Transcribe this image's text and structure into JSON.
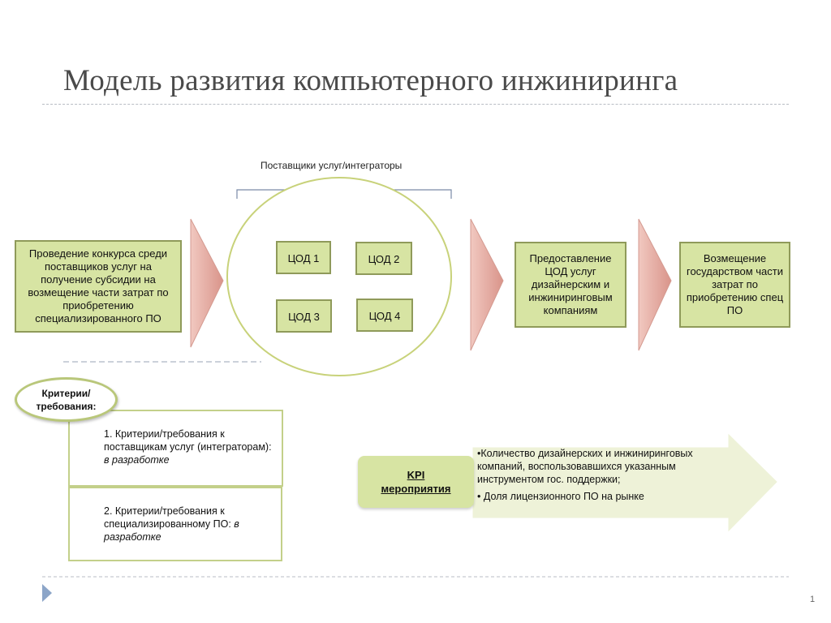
{
  "slide": {
    "title": "Модель развития компьютерного инжиниринга",
    "page_number": "1"
  },
  "diagram": {
    "suppliers_label": "Поставщики услуг/интеграторы",
    "box_contest": "Проведение конкурса среди поставщиков услуг на получение субсидии на возмещение части затрат по приобретению специализированного ПО",
    "cod_items": [
      "ЦОД 1",
      "ЦОД 2",
      "ЦОД 3",
      "ЦОД 4"
    ],
    "box_services": "Предоставление ЦОД услуг дизайнерским и инжиниринговым компаниям",
    "box_compensation": "Возмещение государством части затрат по приобретению спец ПО"
  },
  "criteria": {
    "bubble_label": "Критерии/ требования:",
    "item1_text": "1. Критерии/требования к поставщикам услуг (интеграторам): ",
    "item1_status": "в разработке",
    "item2_text": "2. Критерии/требования к специализированному ПО: ",
    "item2_status": "в разработке"
  },
  "kpi": {
    "label_line1": "KPI",
    "label_line2": "мероприятия",
    "bullets": [
      "•Количество дизайнерских и инжиниринговых компаний, воспользовавшихся указанным инструментом гос. поддержки;",
      "• Доля лицензионного ПО на рынке"
    ]
  },
  "colors": {
    "box_fill": "#d7e4a3",
    "box_border": "#8f9a5a",
    "arrow_fill": "#e3aaa0",
    "ellipse_stroke": "#c8d27a",
    "kpi_arrow_fill": "#eef2d8"
  }
}
